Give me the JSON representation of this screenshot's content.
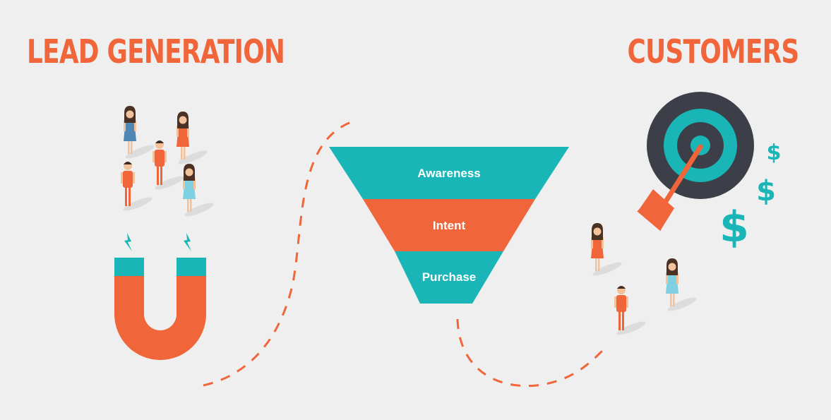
{
  "titles": {
    "left": "LEAD GENERATION",
    "right": "CUSTOMERS"
  },
  "funnel": {
    "stages": [
      {
        "label": "Awareness",
        "color": "#19b5b7"
      },
      {
        "label": "Intent",
        "color": "#f0663a"
      },
      {
        "label": "Purchase",
        "color": "#19b5b7"
      }
    ]
  },
  "dollar_signs": [
    "$",
    "$",
    "$"
  ],
  "colors": {
    "background": "#efefef",
    "accent_orange": "#f0663a",
    "accent_teal": "#19b5b7",
    "dark": "#3c3f47"
  },
  "icons": {
    "magnet": "magnet-icon",
    "target": "target-icon",
    "arrow": "arrow-icon",
    "people": "person-icon"
  }
}
